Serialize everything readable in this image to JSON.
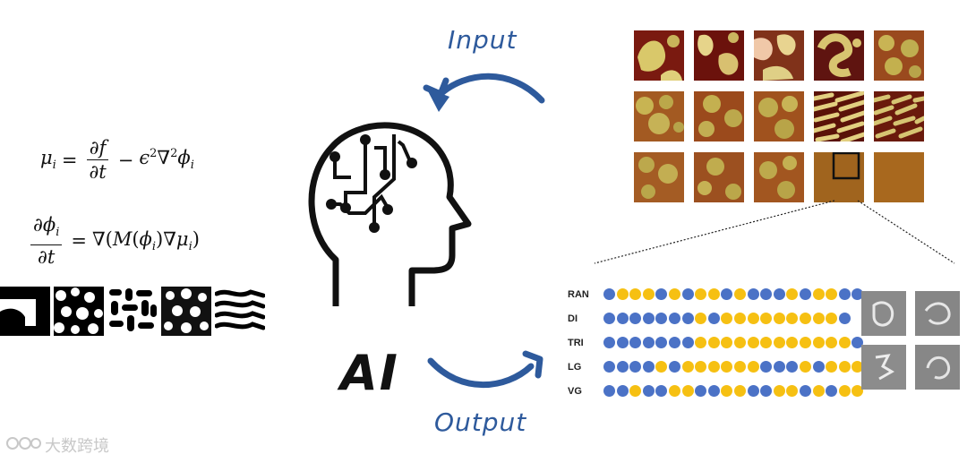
{
  "ai_label": "AI",
  "input_label": "Input",
  "output_label": "Output",
  "sequence_labels": [
    "RAN",
    "DI",
    "TRI",
    "LG",
    "VG"
  ],
  "sequences": [
    "BYYYBYBYYBYBBBYBYYBB",
    "BBBBBBBYBYYYYYYYYYB",
    "BBBBBBBYYYYYYYYYYYYB",
    "BBBBYBYYYYYYBBBYBYYY",
    "BBYBBYYBBYYBBYYBYBYY"
  ],
  "colors": {
    "arrow": "#2e5a9c",
    "monomer_b": "#4b72c6",
    "monomer_a": "#f6c012"
  },
  "watermark": "大数跨境",
  "icons": [
    "ai-head-circuit-icon",
    "input-arrow-icon",
    "output-arrow-icon",
    "watermark-logo-icon"
  ]
}
